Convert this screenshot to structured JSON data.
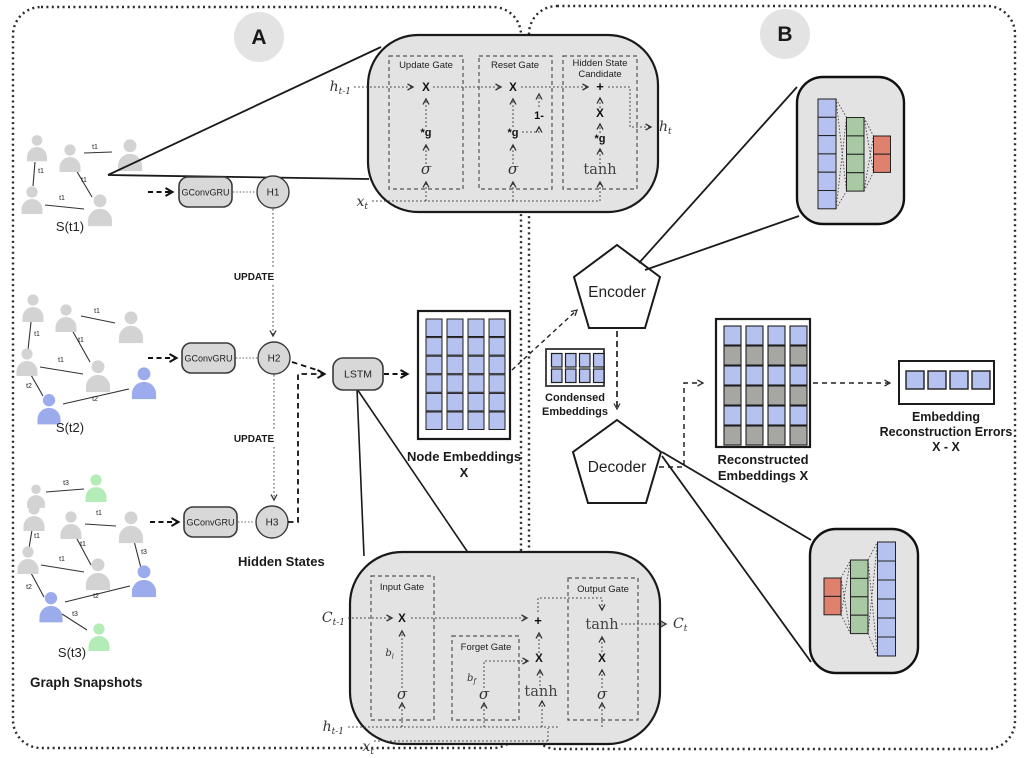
{
  "figure": {
    "panel_a_badge": "A",
    "panel_b_badge": "B"
  },
  "snapshots": {
    "title": "Graph Snapshots",
    "items": [
      {
        "label": "S(t1)",
        "nodes": [
          "gray",
          "gray",
          "gray",
          "gray",
          "gray"
        ],
        "edge_labels": [
          "t1",
          "t1",
          "t1",
          "t1"
        ]
      },
      {
        "label": "S(t2)",
        "nodes": [
          "gray",
          "gray",
          "gray",
          "gray",
          "gray",
          "blue",
          "blue"
        ],
        "edge_labels": [
          "t1",
          "t1",
          "t1",
          "t1",
          "t2",
          "t2"
        ]
      },
      {
        "label": "S(t3)",
        "nodes": [
          "gray",
          "green",
          "gray",
          "gray",
          "gray",
          "gray",
          "gray",
          "blue",
          "blue",
          "green"
        ],
        "edge_labels": [
          "t3",
          "t1",
          "t1",
          "t1",
          "t1",
          "t3",
          "t2",
          "t2",
          "t3"
        ]
      }
    ]
  },
  "recurrent": {
    "gconvgru_label": "GConvGRU",
    "hidden_nodes": [
      "H1",
      "H2",
      "H3"
    ],
    "update_label": "UPDATE",
    "hidden_states_label": "Hidden States",
    "lstm_label": "LSTM"
  },
  "node_embeddings": {
    "title": "Node Embeddings",
    "subtitle": "X",
    "columns": 4,
    "rows": 6
  },
  "gru_cell": {
    "gate1_title": "Update Gate",
    "gate2_title": "Reset Gate",
    "gate3_title1": "Hidden State",
    "gate3_title2": "Candidate",
    "g1_x": "X",
    "g1_g": "*g",
    "g1_sigma": "σ",
    "g2_x": "X",
    "g2_one_minus": "1-",
    "g2_g": "*g",
    "g2_sigma": "σ",
    "g3_plus": "+",
    "g3_x": "X",
    "g3_g": "*g",
    "g3_tanh": "tanh",
    "h_prev_base": "h",
    "h_prev_sub": "t-1",
    "x_base": "x",
    "x_sub": "t",
    "h_out_base": "h",
    "h_out_sub": "t"
  },
  "lstm_cell": {
    "input_gate_title": "Input Gate",
    "forget_gate_title": "Forget Gate",
    "output_gate_title": "Output Gate",
    "ig_x": "X",
    "ig_b_base": "b",
    "ig_b_sub": "i",
    "ig_sigma": "σ",
    "fg_b_base": "b",
    "fg_b_sub": "f",
    "fg_sigma": "σ",
    "mid_plus": "+",
    "mid_x": "X",
    "mid_tanh": "tanh",
    "og_tanh": "tanh",
    "og_x": "X",
    "og_sigma": "σ",
    "c_prev_base": "C",
    "c_prev_sub": "t-1",
    "c_out_base": "C",
    "c_out_sub": "t",
    "h_prev_base": "h",
    "h_prev_sub": "t-1",
    "x_base": "x",
    "x_sub": "t"
  },
  "autoencoder": {
    "encoder_label": "Encoder",
    "decoder_label": "Decoder",
    "condensed_line1": "Condensed",
    "condensed_line2": "Embeddings",
    "condensed_columns": 4,
    "condensed_rows": 2,
    "reconstructed_line1": "Reconstructed",
    "reconstructed_line2": "Embeddings X",
    "reconstructed_columns": 4,
    "reconstructed_row_pattern": [
      "blue",
      "gray",
      "blue",
      "gray",
      "blue",
      "gray"
    ],
    "errors_line1": "Embedding",
    "errors_line2": "Reconstruction Errors",
    "errors_line3": "X - X",
    "errors_cells": 4,
    "encoder_nn_layers": [
      {
        "color": "blue",
        "units": 6
      },
      {
        "color": "green",
        "units": 4
      },
      {
        "color": "red",
        "units": 2
      }
    ],
    "decoder_nn_layers": [
      {
        "color": "red",
        "units": 2
      },
      {
        "color": "green",
        "units": 4
      },
      {
        "color": "blue",
        "units": 6
      }
    ]
  },
  "colors": {
    "cell_blue": "#b5c1ee",
    "cell_gray": "#a6a6a3",
    "cell_green": "#a9c9a4",
    "cell_red": "#e0806f",
    "person_gray": "#d3d3d3",
    "person_blue": "#9cabec",
    "person_green": "#b3ecb6",
    "box_fill": "#d8d8d8",
    "detail_fill": "#e3e3e3"
  }
}
